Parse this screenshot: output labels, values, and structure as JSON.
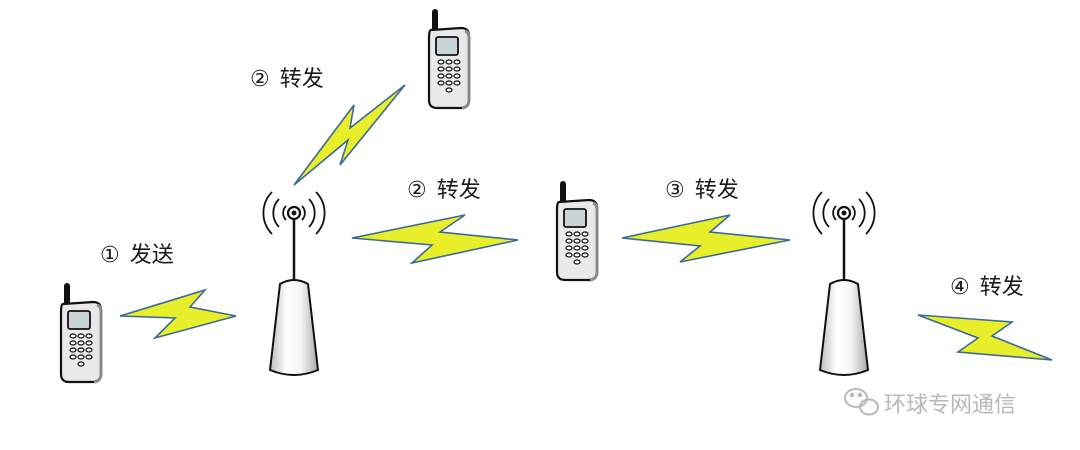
{
  "steps": [
    {
      "mark": "①",
      "text": "发送"
    },
    {
      "mark": "②",
      "text": "转发"
    },
    {
      "mark": "②",
      "text": "转发"
    },
    {
      "mark": "③",
      "text": "转发"
    },
    {
      "mark": "④",
      "text": "转发"
    }
  ],
  "watermark": {
    "text": "环球专网通信"
  },
  "colors": {
    "bolt_fill": "#e8ef2a",
    "bolt_stroke": "#3a6a9a",
    "phone_body": "#e9e9e9",
    "screen": "#c9d3d6",
    "outline": "#111111",
    "watermark": "#b8b8b8"
  },
  "icons": [
    "mobile-phone-icon",
    "base-station-icon",
    "lightning-signal-icon",
    "radio-waves-icon",
    "wechat-icon"
  ]
}
